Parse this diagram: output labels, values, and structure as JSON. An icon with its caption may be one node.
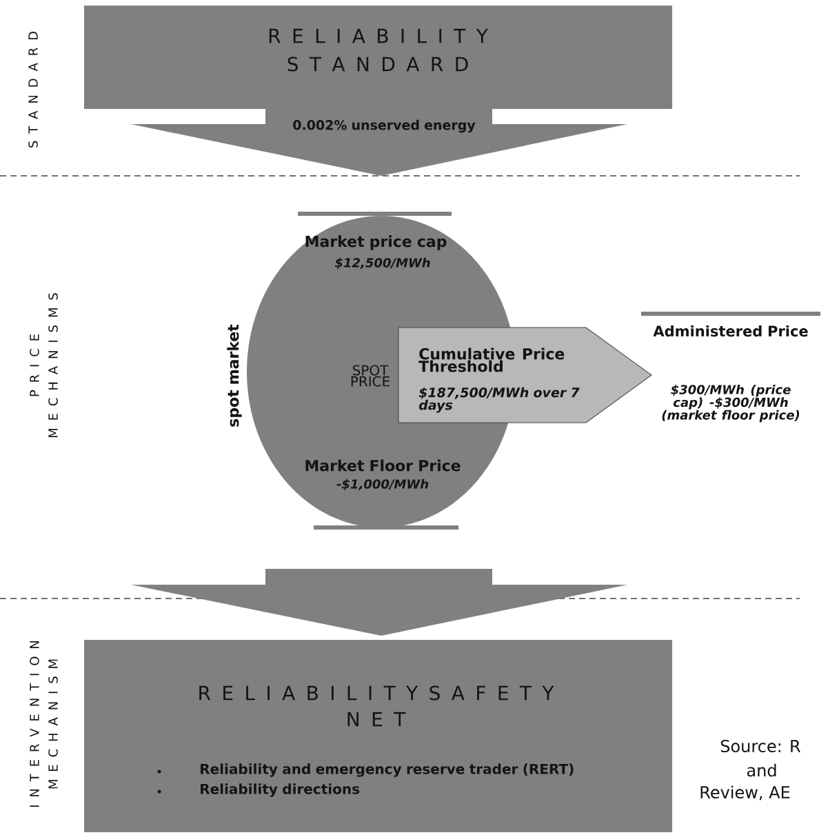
{
  "diagram": {
    "nodes": [
      {
        "text": [
          "R E L I A B I L I T Y",
          "S T A N D A R D"
        ]
      },
      {
        "text": [
          "0.002% unserved energy"
        ]
      },
      {
        "text": [
          "Market price cap",
          "$12,500/MWh",
          "SPOT PRICE",
          "Market Floor Price",
          "-$1,000/MWh"
        ],
        "beside": [
          "spot market"
        ]
      },
      {
        "text": [
          "Cumulative Price Threshold",
          "$187,500/MWh over 7 days"
        ]
      },
      {
        "text": [],
        "shape": "arrow"
      },
      {
        "text": [
          "R E L I A B I L I T Y S A F E T Y",
          "N E T",
          "Reliability and emergency reserve trader (RERT)",
          "Reliability directions"
        ]
      }
    ],
    "labels": [
      "S T A N D A R D",
      "P R I C E",
      "M E C H A N I S M S",
      "I N T E R V E N T I O N",
      "M E C H A N I S M",
      "Administered Price",
      "$300/MWh (price cap) -$300/MWh (market floor price)",
      "Source: R",
      "and",
      "Review, AE"
    ]
  }
}
